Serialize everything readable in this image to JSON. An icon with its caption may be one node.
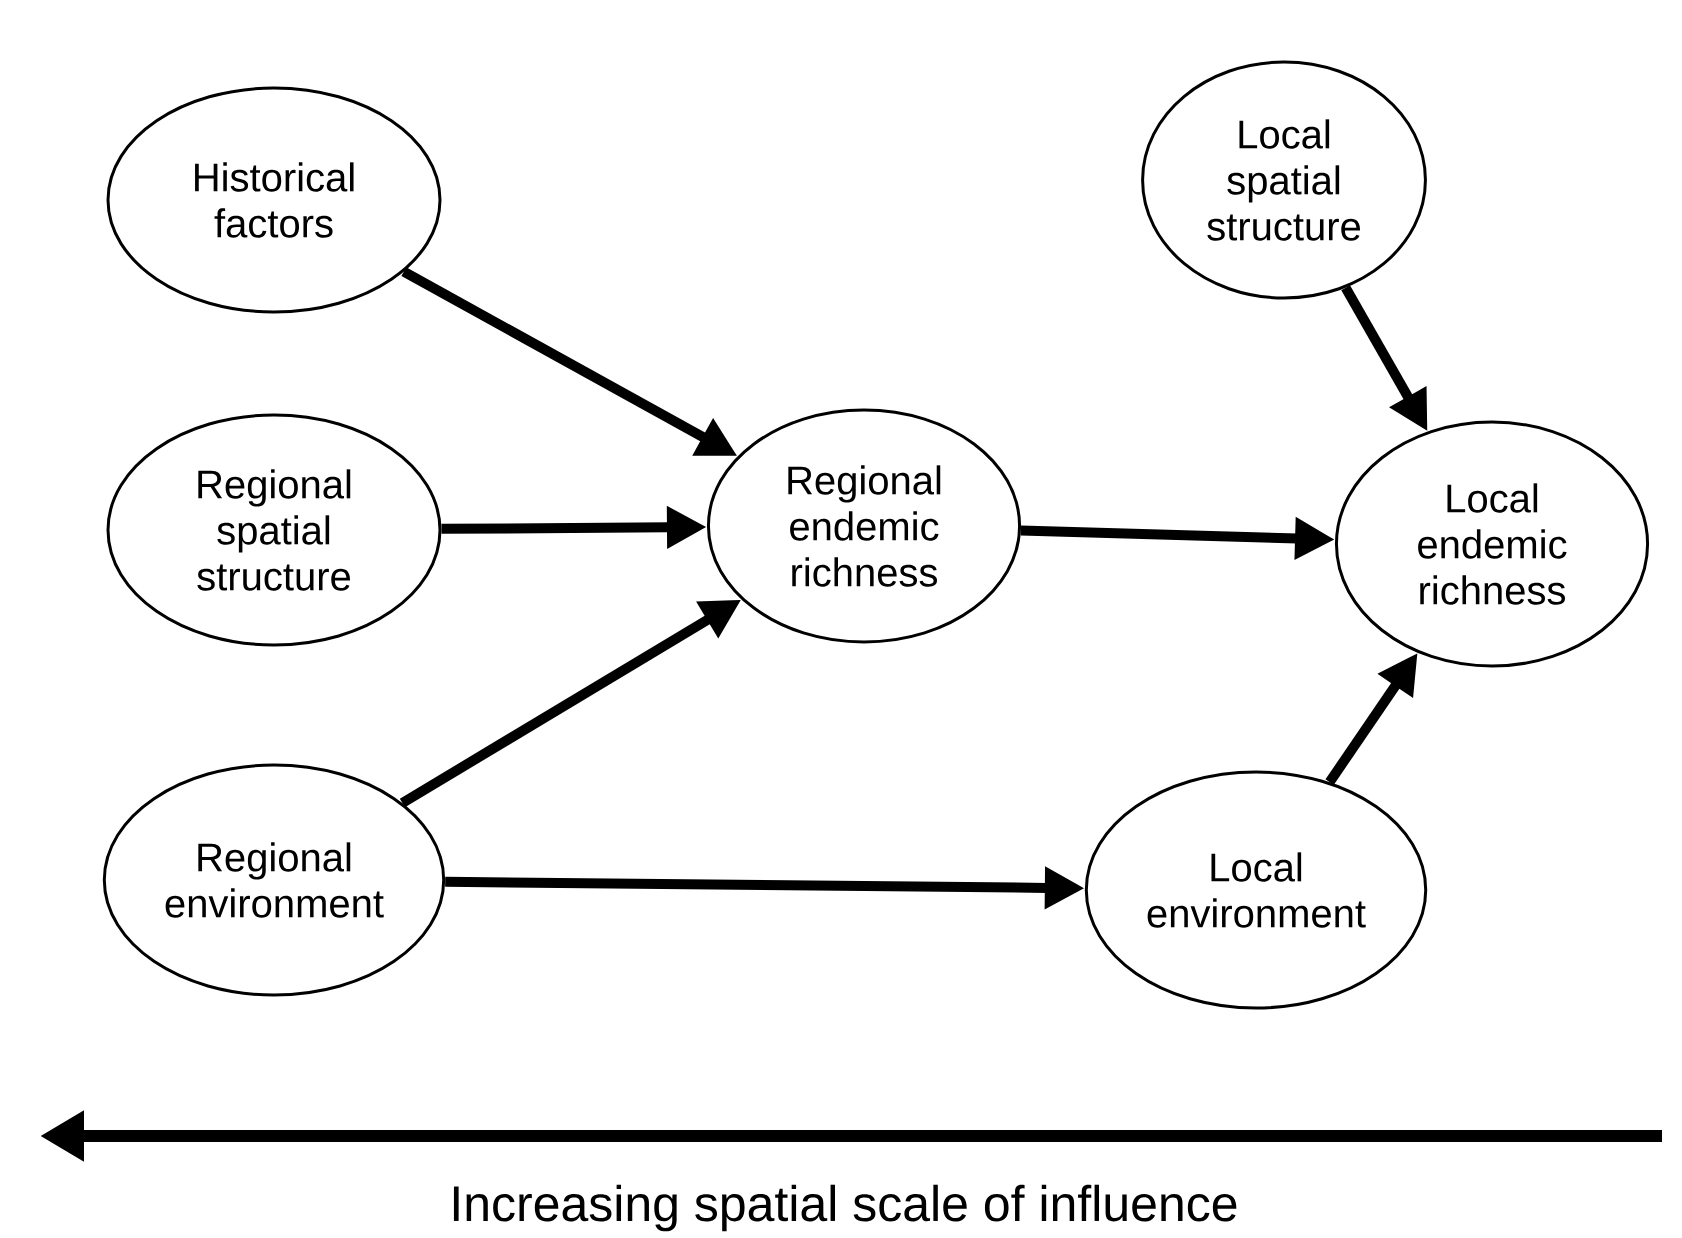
{
  "diagram": {
    "nodes": [
      {
        "text": [
          "Historical factors"
        ]
      },
      {
        "text": [
          "Local spatial structure"
        ]
      },
      {
        "text": [
          "Regional spatial structure"
        ]
      },
      {
        "text": [
          "Regional endemic richness"
        ]
      },
      {
        "text": [
          "Local endemic richness"
        ]
      },
      {
        "text": [
          "Regional environment"
        ]
      },
      {
        "text": [
          "Local environment"
        ]
      }
    ],
    "edges": [
      {
        "from": 0,
        "to": 3,
        "arrow": "to"
      },
      {
        "from": 2,
        "to": 3,
        "arrow": "to"
      },
      {
        "from": 5,
        "to": 3,
        "arrow": "to"
      },
      {
        "from": 1,
        "to": 4,
        "arrow": "to"
      },
      {
        "from": 3,
        "to": 4,
        "arrow": "to"
      },
      {
        "from": 5,
        "to": 6,
        "arrow": "to"
      },
      {
        "from": 6,
        "to": 4,
        "arrow": "to"
      }
    ],
    "labels": [
      "Increasing spatial scale of influence"
    ]
  }
}
